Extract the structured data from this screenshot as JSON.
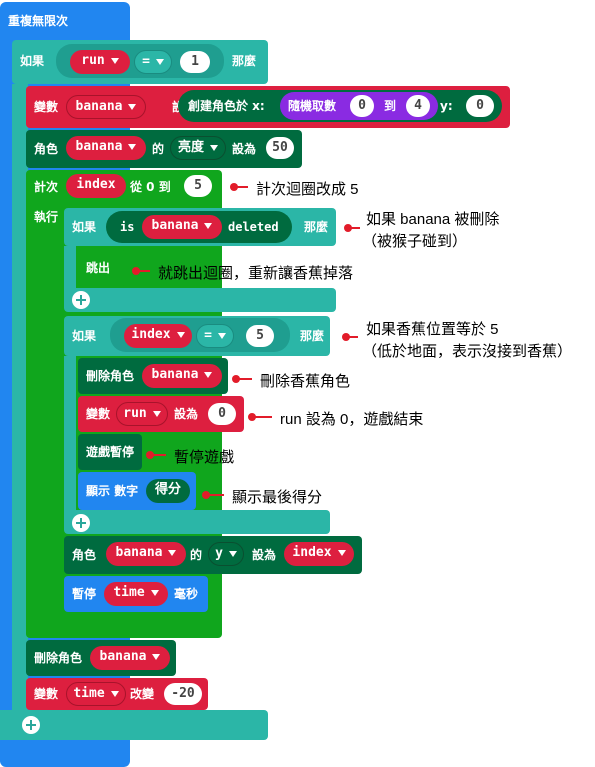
{
  "blocks": {
    "forever": "重複無限次",
    "if1": {
      "label": "如果",
      "var": "run",
      "op": "=",
      "value": "1",
      "then": "那麼"
    },
    "set_banana": {
      "label": "變數",
      "var": "banana",
      "assign": "設為",
      "create": "創建角色於 x:",
      "random": "隨機取數",
      "from": "0",
      "to_label": "到",
      "to": "4",
      "y_label": "y:",
      "y": "0"
    },
    "sprite_bright": {
      "label": "角色",
      "var": "banana",
      "of": "的",
      "prop": "亮度",
      "assign": "設為",
      "value": "50"
    },
    "count": {
      "label": "計次",
      "var": "index",
      "range": "從 0 到",
      "value": "5",
      "do": "執行"
    },
    "if2": {
      "label": "如果",
      "is": "is",
      "var": "banana",
      "state": "deleted",
      "then": "那麼"
    },
    "break": "跳出",
    "if3": {
      "label": "如果",
      "var": "index",
      "op": "=",
      "value": "5",
      "then": "那麼"
    },
    "delete1": {
      "label": "刪除角色",
      "var": "banana"
    },
    "set_run": {
      "label": "變數",
      "var": "run",
      "assign": "設為",
      "value": "0"
    },
    "pause_game": "遊戲暫停",
    "show": {
      "label": "顯示 數字",
      "var": "得分"
    },
    "sprite_y": {
      "label": "角色",
      "var": "banana",
      "of": "的",
      "prop": "y",
      "assign": "設為",
      "value": "index"
    },
    "pause": {
      "label": "暫停",
      "var": "time",
      "unit": "毫秒"
    },
    "delete2": {
      "label": "刪除角色",
      "var": "banana"
    },
    "change_time": {
      "label": "變數",
      "var": "time",
      "change": "改變",
      "value": "-20"
    }
  },
  "notes": {
    "n1": "計次迴圈改成 5",
    "n2a": "如果 banana 被刪除",
    "n2b": "（被猴子碰到）",
    "n3": "就跳出迴圈，重新讓香蕉掉落",
    "n4a": "如果香蕉位置等於 5",
    "n4b": "（低於地面，表示沒接到香蕉）",
    "n5": "刪除香蕉角色",
    "n6": "run 設為 0，遊戲結束",
    "n7": "暫停遊戲",
    "n8": "顯示最後得分"
  },
  "colors": {
    "loop": "#1e90ff",
    "logic": "#2aa79b",
    "variable": "#dd1f3f",
    "sprite": "#006b3f",
    "loops2": "#10a61d",
    "control": "#006970",
    "purple": "#8a2be2"
  }
}
